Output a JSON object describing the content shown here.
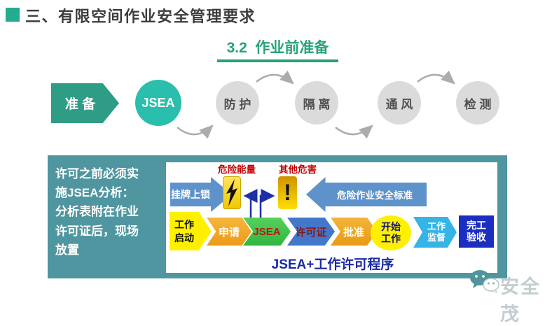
{
  "header": {
    "title": "三、有限空间作业安全管理要求"
  },
  "subtitle": {
    "text": "3.2  作业前准备"
  },
  "flow": {
    "start": "准 备",
    "circles": [
      "JSEA",
      "防 护",
      "隔 离",
      "通 风",
      "检 测"
    ]
  },
  "panel": {
    "note_lines": [
      "许可之前必须实",
      "施JSEA分析：",
      "分析表附在作业",
      "许可证后，现场",
      "放置"
    ],
    "hazards": {
      "tagout_arrow": "挂牌上锁",
      "energy_label": "危险能量",
      "other_label": "其他危害",
      "other_symbol": "!",
      "standard_arrow": "危险作业安全标准"
    },
    "process": {
      "start": "工作启动",
      "steps": [
        "申请",
        "JSEA",
        "许可证",
        "批准"
      ],
      "begin": "开始工作",
      "supervise": "工作监督",
      "finish": "完工验收",
      "caption": "JSEA+工作许可程序"
    }
  },
  "watermark": {
    "text": "安全茂"
  },
  "colors": {
    "accent_teal": "#23AC8D",
    "subtitle_green": "#28A377",
    "panel_teal": "#4F96A0",
    "jsea_circle_teal": "#2ABEAC",
    "gray_circle": "#DBDBDB",
    "hazard_red": "#C00000",
    "banner_blue": "#5E92CB",
    "caption_blue": "#1B2AA8",
    "process_yellow": "#FFF000",
    "finish_blue": "#1B2EC2"
  }
}
